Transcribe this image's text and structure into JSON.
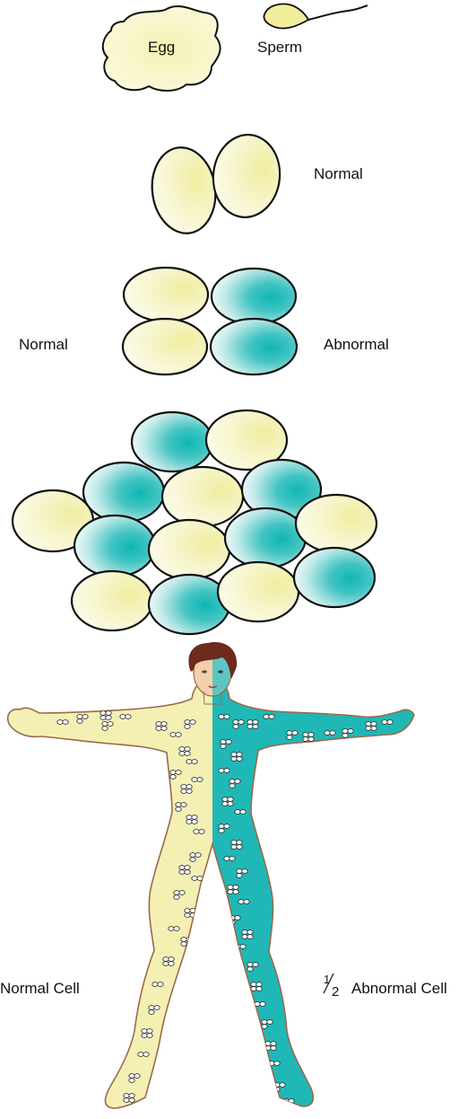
{
  "labels": {
    "egg": "Egg",
    "sperm": "Sperm",
    "normal_two_cell": "Normal",
    "normal_left": "Normal",
    "abnormal_right": "Abnormal",
    "normal_cell": "Normal Cell",
    "half_numerator": "1",
    "half_denominator": "2",
    "abnormal_cell": "Abnormal Cell"
  },
  "colors": {
    "normal_cell": "#f6f3c4",
    "abnormal_cell": "#1fbcbc",
    "outline": "#111111",
    "body_outline": "#9b6a4a",
    "hair": "#6e2a1c"
  }
}
